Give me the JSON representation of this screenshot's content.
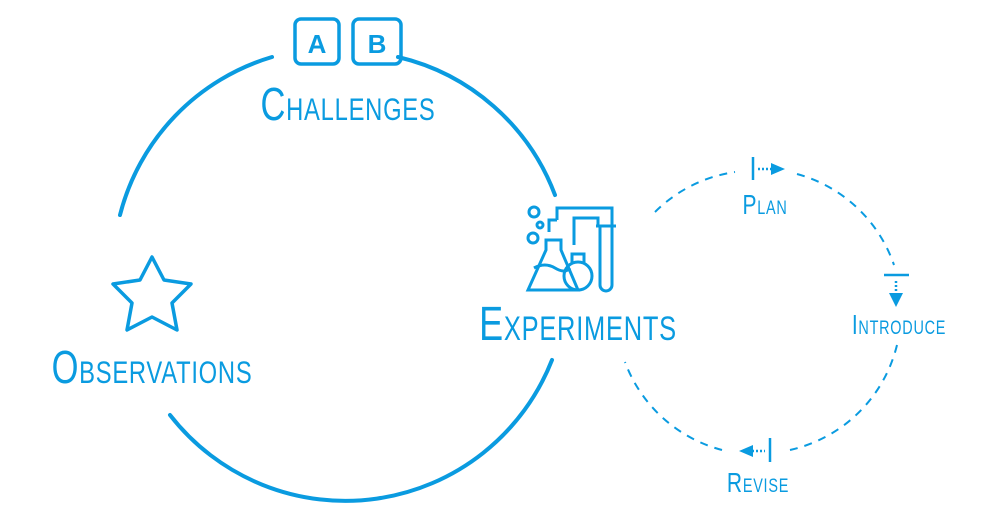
{
  "color": "#0a9be0",
  "main_cycle": {
    "challenges": {
      "label": "Challenges",
      "icon": "ab-test-icon",
      "icon_letters": [
        "A",
        "B"
      ]
    },
    "observations": {
      "label": "Observations",
      "icon": "star-icon"
    },
    "experiments": {
      "label": "Experiments",
      "icon": "lab-flasks-icon"
    }
  },
  "sub_cycle": {
    "steps": [
      {
        "label": "Plan",
        "icon": "arrow-right-icon"
      },
      {
        "label": "Introduce",
        "icon": "arrow-down-icon"
      },
      {
        "label": "Revise",
        "icon": "arrow-left-icon"
      }
    ]
  }
}
